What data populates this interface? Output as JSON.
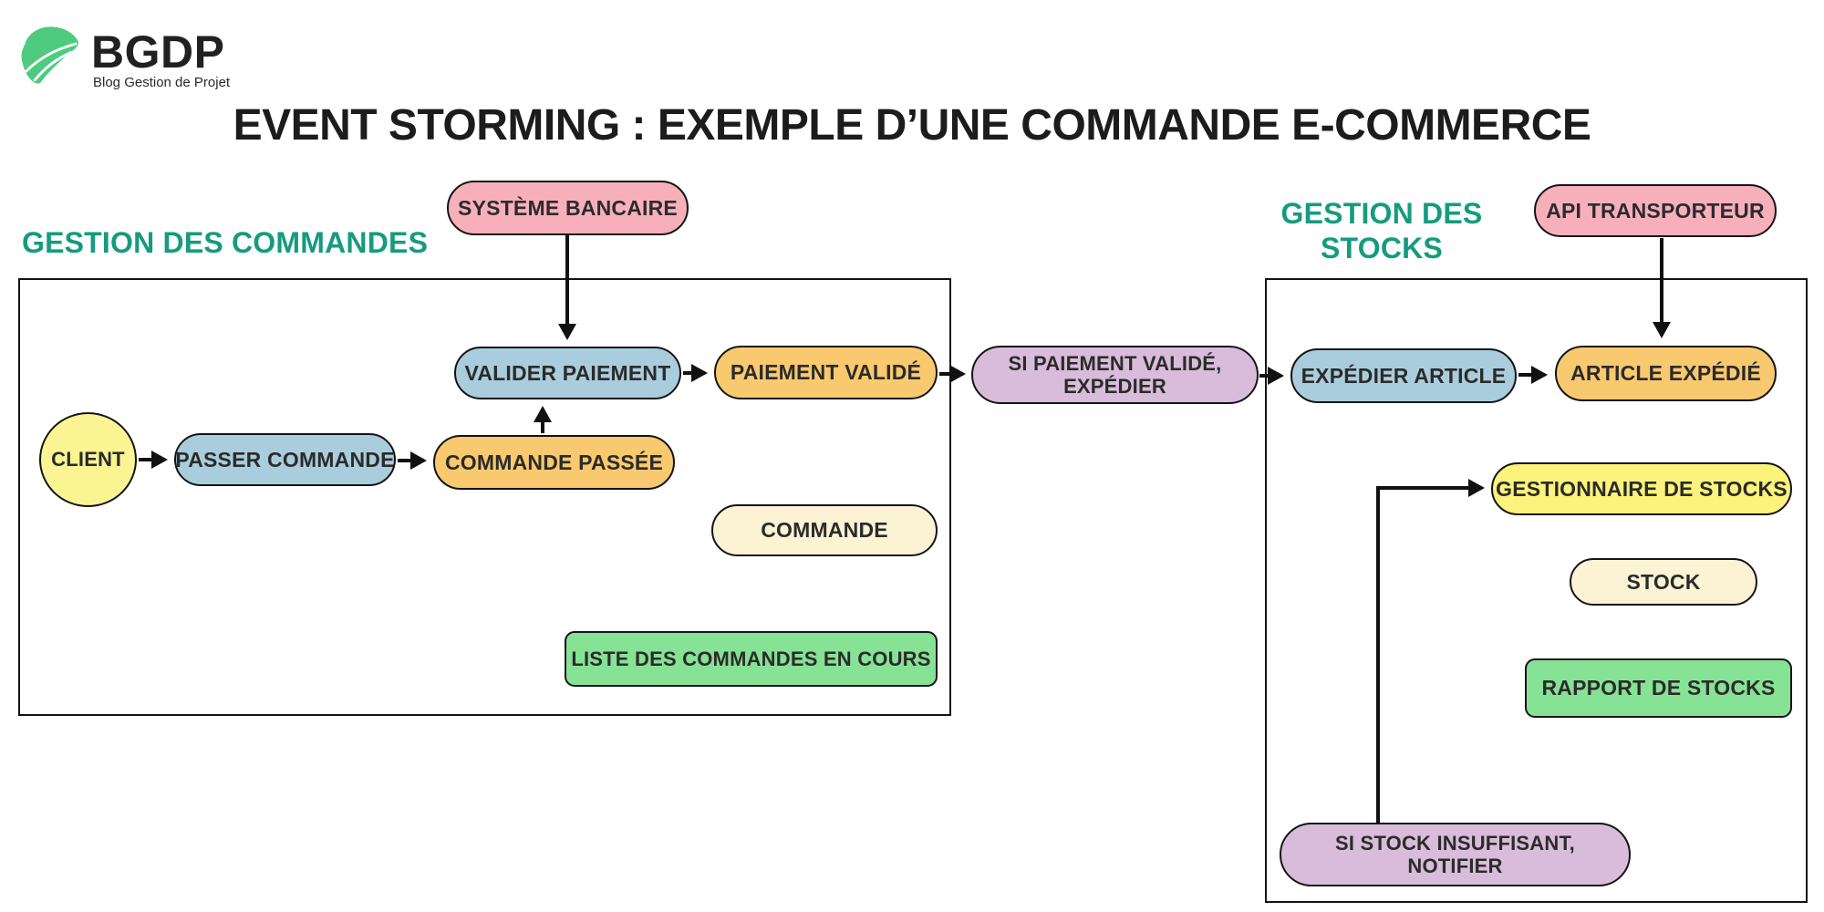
{
  "logo": {
    "brand": "BGDP",
    "tagline": "Blog Gestion de Projet",
    "leaf_color": "#4ecb7e"
  },
  "title": "EVENT STORMING : EXEMPLE D’UNE COMMANDE E-COMMERCE",
  "sections": {
    "commandes_label": "GESTION DES COMMANDES",
    "stocks_label": "GESTION DES STOCKS"
  },
  "nodes": {
    "systeme_bancaire": {
      "label": "SYSTÈME BANCAIRE",
      "color": "#F8AFBC"
    },
    "valider_paiement": {
      "label": "VALIDER PAIEMENT",
      "color": "#A9CDDD"
    },
    "paiement_valide": {
      "label": "PAIEMENT VALIDÉ",
      "color": "#F9C96F"
    },
    "client": {
      "label": "CLIENT",
      "color": "#FAF493"
    },
    "passer_commande": {
      "label": "PASSER COMMANDE",
      "color": "#A9CDDD"
    },
    "commande_passee": {
      "label": "COMMANDE PASSÉE",
      "color": "#F9C96F"
    },
    "commande": {
      "label": "COMMANDE",
      "color": "#FBF3D3"
    },
    "liste_commandes": {
      "label": "LISTE DES COMMANDES EN COURS",
      "color": "#86E295"
    },
    "si_paiement": {
      "line1": "SI PAIEMENT VALIDÉ,",
      "line2": "EXPÉDIER",
      "color": "#D8BCDA"
    },
    "expedier_article": {
      "label": "EXPÉDIER ARTICLE",
      "color": "#A9CDDD"
    },
    "article_expedie": {
      "label": "ARTICLE EXPÉDIÉ",
      "color": "#F9C96F"
    },
    "api_transporteur": {
      "label": "API TRANSPORTEUR",
      "color": "#F8AFBC"
    },
    "gestionnaire_stocks": {
      "label": "GESTIONNAIRE DE STOCKS",
      "color": "#FBF37B"
    },
    "stock": {
      "label": "STOCK",
      "color": "#FBF3D3"
    },
    "rapport_stocks": {
      "label": "RAPPORT DE STOCKS",
      "color": "#86E295"
    },
    "si_stock": {
      "line1": "SI STOCK INSUFFISANT,",
      "line2": "NOTIFIER",
      "color": "#D8BCDA"
    }
  },
  "colors": {
    "teal_header": "#169B7F",
    "title_text": "#1C1C1C",
    "node_text": "#2B2B2B",
    "border": "#141414",
    "arrow": "#111111"
  }
}
